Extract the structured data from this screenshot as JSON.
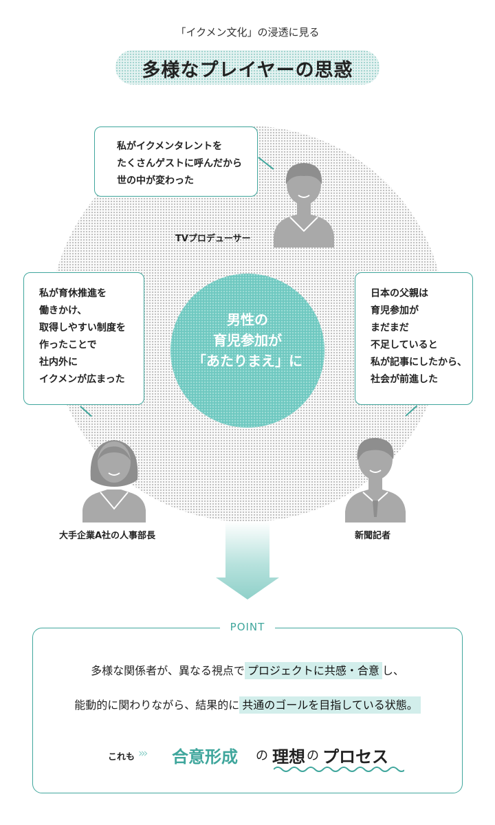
{
  "header": {
    "subtitle": "「イクメン文化」の浸透に見る",
    "title": "多様なプレイヤーの思惑"
  },
  "center": {
    "lines": [
      "男性の",
      "育児参加が",
      "「あたりまえ」に"
    ]
  },
  "players": [
    {
      "role": "TVプロデューサー",
      "quote_lines": [
        "私がイクメンタレントを",
        "たくさんゲストに呼んだから",
        "世の中が変わった"
      ]
    },
    {
      "role": "大手企業A社の人事部長",
      "quote_lines": [
        "私が育休推進を",
        "働きかけ、",
        "取得しやすい制度を",
        "作ったことで",
        "社内外に",
        "イクメンが広まった"
      ]
    },
    {
      "role": "新聞記者",
      "quote_lines": [
        "日本の父親は",
        "育児参加が",
        "まだまだ",
        "不足していると",
        "私が記事にしたから、",
        "社会が前進した"
      ]
    }
  ],
  "point": {
    "label": "POINT",
    "line1_pre": "多様な関係者が、異なる視点で",
    "line1_hl": "プロジェクトに共感・合意",
    "line1_post": "し、",
    "line2_pre": "能動的に関わりながら、結果的に",
    "line2_hl": "共通のゴールを目指している状態。",
    "conclusion": {
      "lead": "これも",
      "chevrons": "›››",
      "highlight": "合意形成",
      "particle1": "の",
      "word": "理想",
      "particle2": "の",
      "end": "プロセス"
    }
  },
  "colors": {
    "accent": "#3fa69c",
    "center_fill": "#6ec8c0",
    "highlight_bg": "#d2eeeb",
    "person_gray": "#a9a9a9"
  },
  "icons": {
    "person": "person-silhouette-icon",
    "arrow": "down-arrow-icon",
    "chevrons": "chevron-right-icon"
  }
}
